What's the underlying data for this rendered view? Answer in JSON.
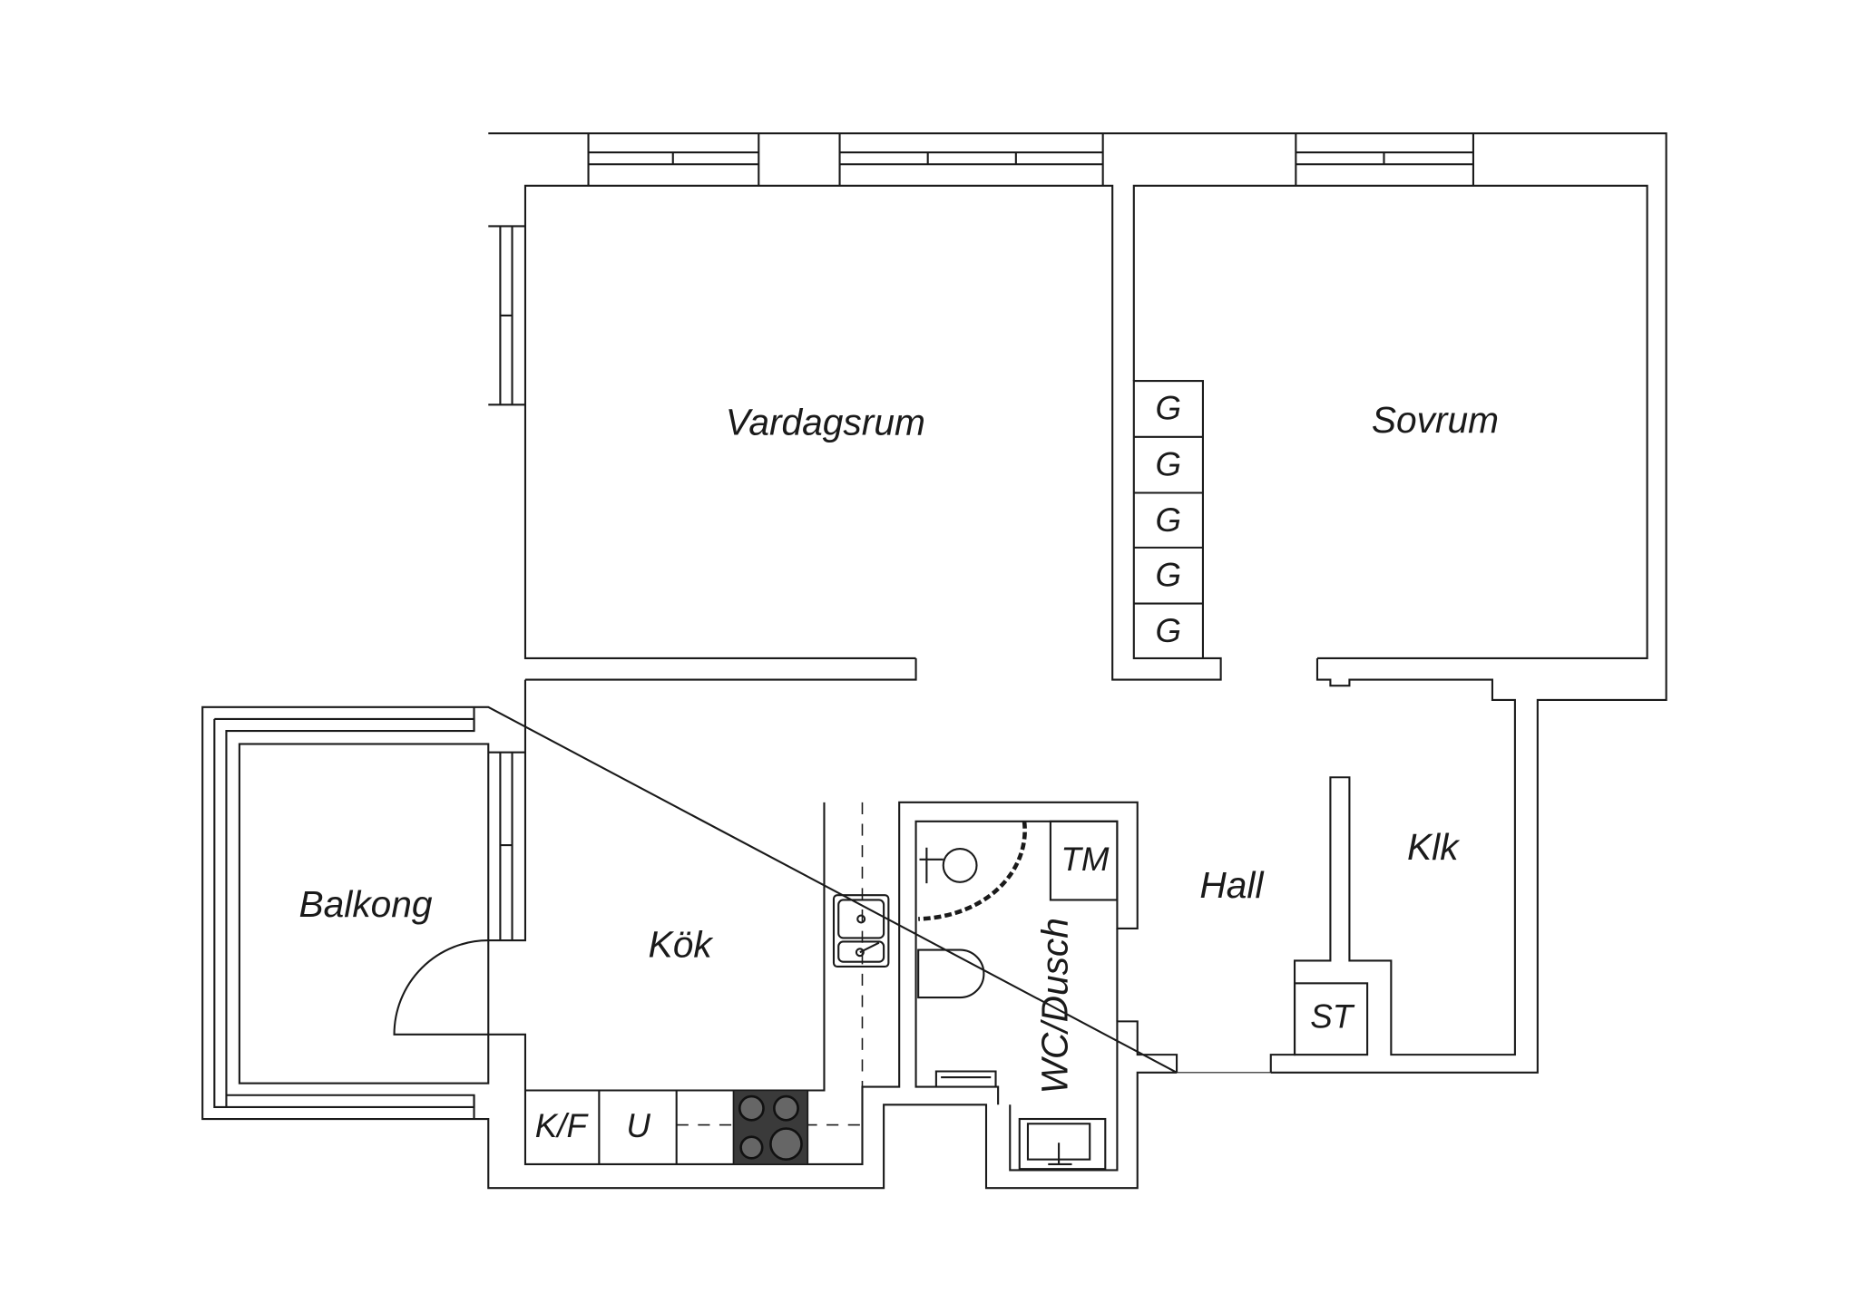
{
  "rooms": {
    "living_room": "Vardagsrum",
    "bedroom": "Sovrum",
    "balcony": "Balkong",
    "kitchen": "Kök",
    "hall": "Hall",
    "closet_room": "Klk",
    "bathroom": "WC/Dusch"
  },
  "fixtures": {
    "wardrobes": [
      "G",
      "G",
      "G",
      "G",
      "G"
    ],
    "washing_machine": "TM",
    "storage": "ST",
    "fridge_freezer": "K/F",
    "oven": "U"
  },
  "colors": {
    "line": "#1a1a1a",
    "stove": "#3a3a3a",
    "background": "#ffffff"
  }
}
